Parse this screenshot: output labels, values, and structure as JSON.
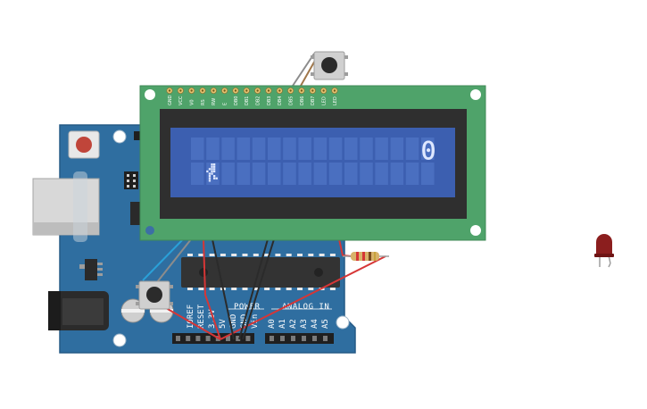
{
  "colors": {
    "board": "#2f6ea0",
    "board_edge": "#255a86",
    "lcd_pcb": "#4fa36a",
    "lcd_bezel": "#2f2f2f",
    "lcd_screen": "#3c5fb0",
    "lcd_cell": "#4a6fc0",
    "lcd_pixel": "#dfe8ff",
    "wire_red": "#d63636",
    "wire_black": "#2b2b2b",
    "wire_blue": "#2aa0d8",
    "wire_gray": "#8c8c8c",
    "wire_brown": "#a0774a",
    "led_red": "#8b1e1e"
  },
  "lcd": {
    "pins": [
      "GND",
      "VCC",
      "V0",
      "RS",
      "RW",
      "E",
      "DB0",
      "DB1",
      "DB2",
      "DB3",
      "DB4",
      "DB5",
      "DB6",
      "DB7",
      "LED",
      "LED"
    ],
    "display_text": "0"
  },
  "arduino": {
    "power_header_labels": [
      "IOREF",
      "RESET",
      "3.3V",
      "5V",
      "GND",
      "GND",
      "Vin"
    ],
    "analog_header_labels": [
      "A0",
      "A1",
      "A2",
      "A3",
      "A4",
      "A5"
    ],
    "power_section_label": "POWER",
    "analog_section_label": "ANALOG IN"
  },
  "components": {
    "pushbutton_top": "pushbutton",
    "pushbutton_bottom": "pushbutton",
    "resistor": "resistor",
    "led": "led"
  }
}
